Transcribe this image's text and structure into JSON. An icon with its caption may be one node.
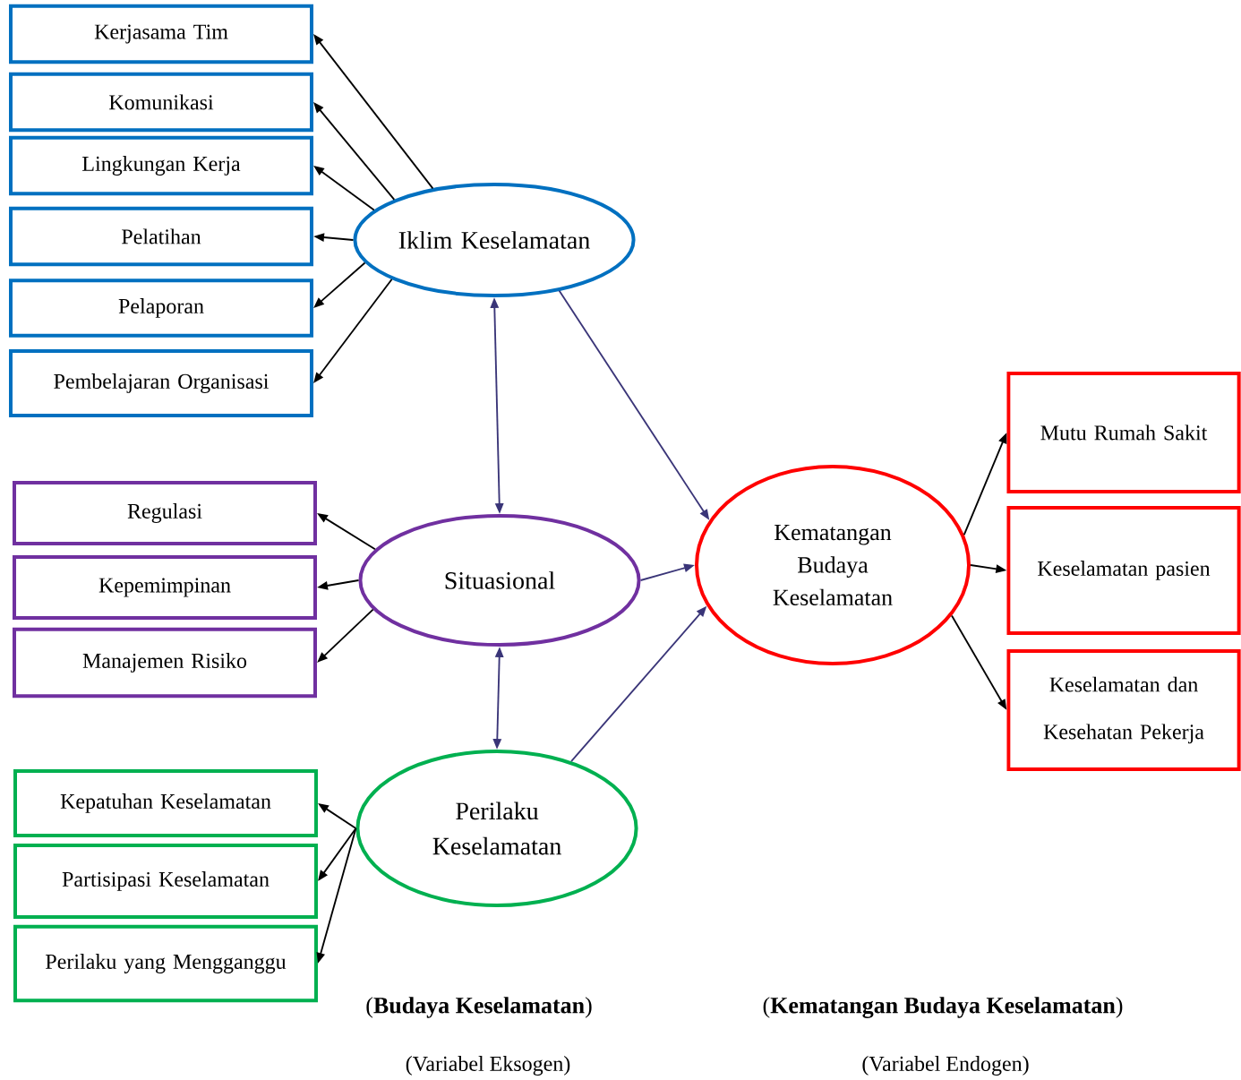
{
  "diagram": {
    "nodes": [
      {
        "text": [
          "Iklim Keselamatan"
        ]
      },
      {
        "text": [
          "Kerjasama Tim"
        ]
      },
      {
        "text": [
          "Komunikasi"
        ]
      },
      {
        "text": [
          "Lingkungan Kerja"
        ]
      },
      {
        "text": [
          "Pelatihan"
        ]
      },
      {
        "text": [
          "Pelaporan"
        ]
      },
      {
        "text": [
          "Pembelajaran Organisasi"
        ]
      },
      {
        "text": [
          "Situasional"
        ]
      },
      {
        "text": [
          "Regulasi"
        ]
      },
      {
        "text": [
          "Kepemimpinan"
        ]
      },
      {
        "text": [
          "Manajemen Risiko"
        ]
      },
      {
        "text": [
          "Perilaku Keselamatan"
        ]
      },
      {
        "text": [
          "Kepatuhan Keselamatan"
        ]
      },
      {
        "text": [
          "Partisipasi Keselamatan"
        ]
      },
      {
        "text": [
          "Perilaku yang Mengganggu"
        ]
      },
      {
        "text": [
          "Kematangan Budaya Keselamatan"
        ]
      },
      {
        "text": [
          "Mutu Rumah Sakit"
        ]
      },
      {
        "text": [
          "Keselamatan pasien"
        ]
      },
      {
        "text": [
          "Keselamatan dan Kesehatan Pekerja"
        ]
      }
    ],
    "edges": [
      {
        "from": 0,
        "to": 1,
        "arrow": "to"
      },
      {
        "from": 0,
        "to": 2,
        "arrow": "to"
      },
      {
        "from": 0,
        "to": 3,
        "arrow": "to"
      },
      {
        "from": 0,
        "to": 4,
        "arrow": "to"
      },
      {
        "from": 0,
        "to": 5,
        "arrow": "to"
      },
      {
        "from": 0,
        "to": 6,
        "arrow": "to"
      },
      {
        "from": 0,
        "to": 7,
        "arrow": "both",
        "color": "#3a3578"
      },
      {
        "from": 0,
        "to": 15,
        "arrow": "to",
        "color": "#3a3578"
      },
      {
        "from": 7,
        "to": 8,
        "arrow": "to"
      },
      {
        "from": 7,
        "to": 9,
        "arrow": "to"
      },
      {
        "from": 7,
        "to": 10,
        "arrow": "to"
      },
      {
        "from": 7,
        "to": 15,
        "arrow": "to",
        "color": "#3a3578"
      },
      {
        "from": 7,
        "to": 11,
        "arrow": "both",
        "color": "#3a3578"
      },
      {
        "from": 11,
        "to": 12,
        "arrow": "to"
      },
      {
        "from": 11,
        "to": 13,
        "arrow": "to"
      },
      {
        "from": 11,
        "to": 14,
        "arrow": "to"
      },
      {
        "from": 11,
        "to": 15,
        "arrow": "to",
        "color": "#3a3578"
      },
      {
        "from": 15,
        "to": 16,
        "arrow": "to"
      },
      {
        "from": 15,
        "to": 17,
        "arrow": "to"
      },
      {
        "from": 15,
        "to": 18,
        "arrow": "to"
      }
    ],
    "labels": [
      "(**Budaya Keselamatan**)",
      "(Variabel Eksogen)",
      "(**Kematangan Budaya Keselamatan**)",
      "(Variabel Endogen)"
    ]
  }
}
